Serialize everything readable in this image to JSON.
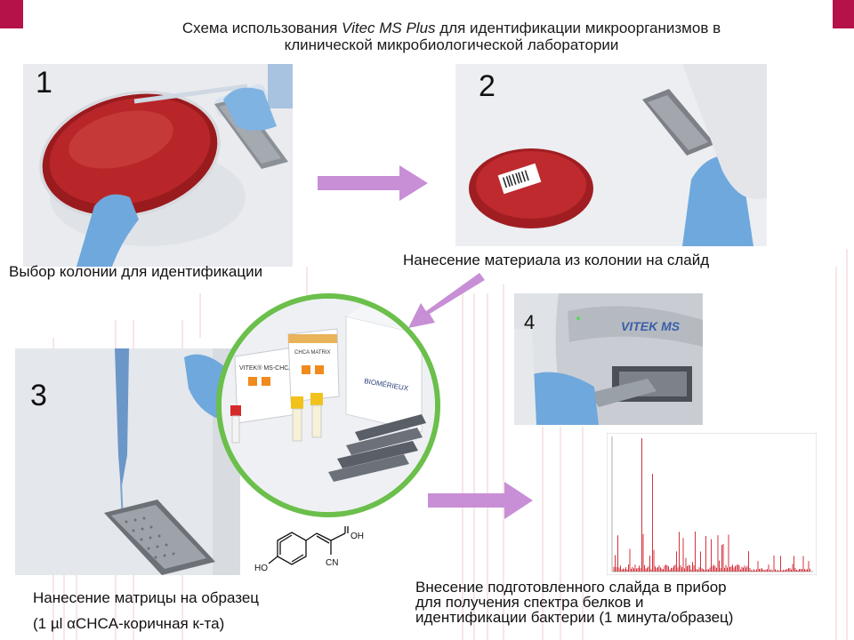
{
  "title": {
    "line1_prefix": "Схема использования ",
    "line1_italic": "Vitec MS Plus",
    "line1_suffix": " для идентификации микроорганизмов в",
    "line2": "клинической микробиологической лаборатории"
  },
  "steps": [
    {
      "number": "1",
      "caption": "Выбор колонии для идентификации"
    },
    {
      "number": "2",
      "caption": "Нанесение материала из колонии на слайд"
    },
    {
      "number": "3",
      "caption_line1": "Нанесение матрицы на образец",
      "caption_line2": "(1 µl  αCHCA-коричная к-та)"
    },
    {
      "number": "4",
      "caption_line1": "Внесение подготовленного слайда в прибор",
      "caption_line2": "для получения спектра белков и",
      "caption_line3": "идентификации бактерии (1 минута/образец)"
    }
  ],
  "kit_labels": {
    "box1": "VITEK® MS-CHCA",
    "box2": "CHCA MATRIX",
    "brand": "BIOMÉRIEUX"
  },
  "instrument_label": "VITEK MS",
  "structure_labels": {
    "ho": "HO",
    "oh": "OH",
    "cn": "CN"
  },
  "colors": {
    "accent": "#b5124a",
    "arrow": "#c88fd6",
    "circle_border": "#6bbf4b",
    "agar": "#b01f22",
    "glove": "#6fa8dc",
    "spectrum": "#d4333d"
  },
  "icons": [
    "arrow-right-icon",
    "arrow-down-left-icon"
  ]
}
